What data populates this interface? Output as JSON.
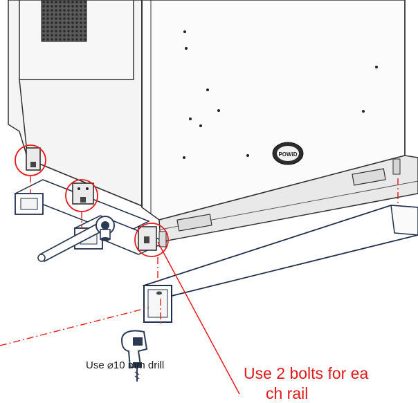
{
  "diagram": {
    "drill_note": "Use ⌀10 mm drill",
    "bolts_note": "Use 2 bolts for ea",
    "bolts_note_cut": "ch rail",
    "badge_text": "POWiD",
    "colors": {
      "outline": "#333333",
      "callout": "#e21b1b",
      "beam": "#1f2e4d",
      "tool": "#2b3a57",
      "cabinet": "#fbfbfb",
      "fan_grille": "#3a3a3a"
    },
    "icons": [
      "ratchet-wrench-icon",
      "power-drill-icon",
      "bolt-hole-callout-icon"
    ]
  }
}
